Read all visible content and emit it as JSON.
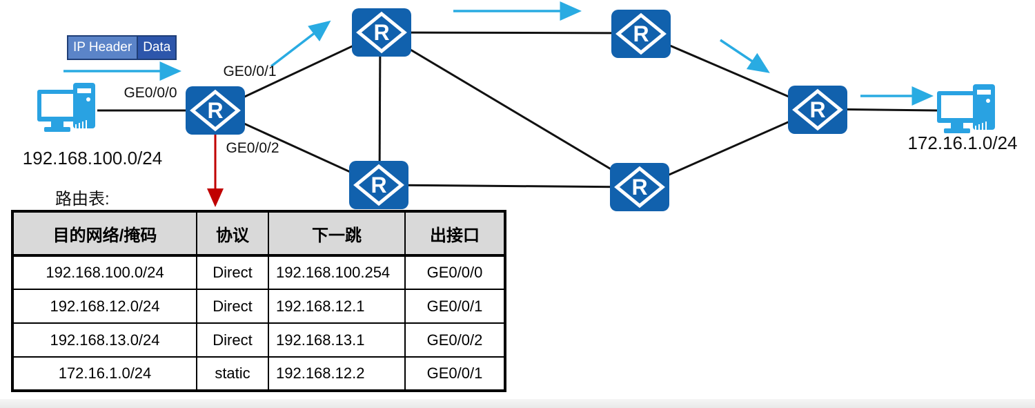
{
  "colors": {
    "router_blue": "#1161ad",
    "pc_blue": "#29a2e2",
    "flow_arrow_blue": "#29abe2",
    "pointer_arrow_red": "#c00000",
    "packet_header_bg": "#5b84c8",
    "packet_data_bg": "#2d56ab",
    "packet_border": "#1f3e76",
    "table_header_bg": "#d9d9d9",
    "link_line": "#111111"
  },
  "icons": {
    "router": "router-icon",
    "computer": "computer-icon",
    "flow_arrow": "flow-arrow-icon",
    "table_pointer": "down-arrow-icon"
  },
  "packet": {
    "header_label": "IP Header",
    "data_label": "Data"
  },
  "nodes": {
    "pc_left_label": "192.168.100.0/24",
    "pc_right_label": "172.16.1.0/24",
    "router_letter": "R"
  },
  "interfaces": {
    "ge000": "GE0/0/0",
    "ge001": "GE0/0/1",
    "ge002": "GE0/0/2"
  },
  "routing_table": {
    "title": "路由表:",
    "headers": [
      "目的网络/掩码",
      "协议",
      "下一跳",
      "出接口"
    ],
    "rows": [
      [
        "192.168.100.0/24",
        "Direct",
        "192.168.100.254",
        "GE0/0/0"
      ],
      [
        "192.168.12.0/24",
        "Direct",
        "192.168.12.1",
        "GE0/0/1"
      ],
      [
        "192.168.13.0/24",
        "Direct",
        "192.168.13.1",
        "GE0/0/2"
      ],
      [
        "172.16.1.0/24",
        "static",
        "192.168.12.2",
        "GE0/0/1"
      ]
    ]
  }
}
